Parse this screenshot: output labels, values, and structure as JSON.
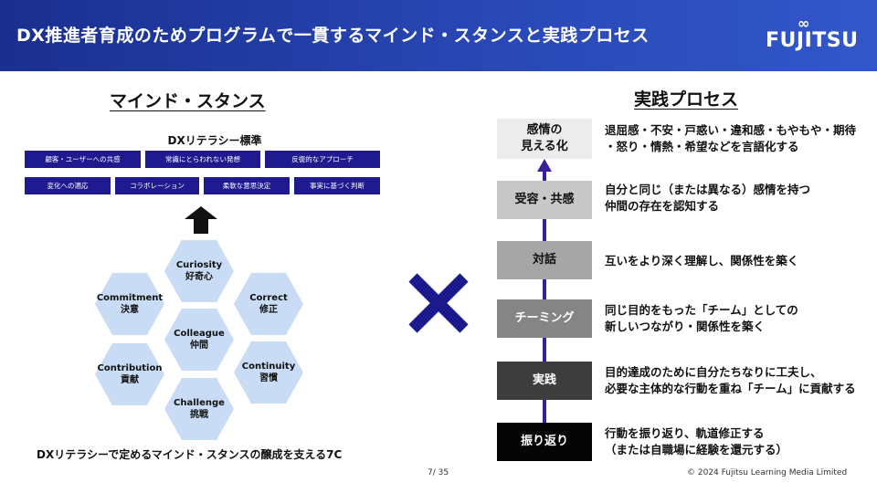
{
  "header": {
    "title": "DX推進者育成のためプログラムで一貫するマインド・スタンスと実践プロセス",
    "logo_text": "FUJITSU"
  },
  "left": {
    "section_title": "マインド・スタンス",
    "standard_title": "DXリテラシー標準",
    "chips_row1": [
      "顧客・ユーザーへの共感",
      "常識にとらわれない発想",
      "反復的なアプローチ"
    ],
    "chips_row2": [
      "変化への適応",
      "コラボレーション",
      "柔軟な意思決定",
      "事実に基づく判断"
    ],
    "hexes": {
      "curiosity": {
        "en": "Curiosity",
        "ja": "好奇心"
      },
      "commitment": {
        "en": "Commitment",
        "ja": "決意"
      },
      "correct": {
        "en": "Correct",
        "ja": "修正"
      },
      "colleague": {
        "en": "Colleague",
        "ja": "仲間"
      },
      "contribution": {
        "en": "Contribution",
        "ja": "貢献"
      },
      "continuity": {
        "en": "Continuity",
        "ja": "習慣"
      },
      "challenge": {
        "en": "Challenge",
        "ja": "挑戦"
      }
    },
    "caption": "DXリテラシーで定めるマインド・スタンスの醸成を支える7C"
  },
  "right": {
    "section_title": "実践プロセス",
    "steps": [
      {
        "label_line1": "感情の",
        "label_line2": "見える化",
        "desc_line1": "退屈感・不安・戸惑い・違和感・もやもや・期待",
        "desc_line2": "・怒り・情熱・希望などを言語化する"
      },
      {
        "label_line1": "受容・共感",
        "label_line2": "",
        "desc_line1": "自分と同じ（または異なる）感情を持つ",
        "desc_line2": "仲間の存在を認知する"
      },
      {
        "label_line1": "対話",
        "label_line2": "",
        "desc_line1": "互いをより深く理解し、関係性を築く",
        "desc_line2": ""
      },
      {
        "label_line1": "チーミング",
        "label_line2": "",
        "desc_line1": "同じ目的をもった「チーム」としての",
        "desc_line2": "新しいつながり・関係性を築く"
      },
      {
        "label_line1": "実践",
        "label_line2": "",
        "desc_line1": "目的達成のために自分たちなりに工夫し、",
        "desc_line2": "必要な主体的な行動を重ね「チーム」に貢献する"
      },
      {
        "label_line1": "振り返り",
        "label_line2": "",
        "desc_line1": "行動を振り返り、軌道修正する",
        "desc_line2": "（または自職場に経験を還元する）"
      }
    ]
  },
  "footer": {
    "page": "7/ 35",
    "copyright": "© 2024 Fujitsu Learning Media Limited"
  },
  "colors": {
    "header_blue": "#1a2f8f",
    "chip_navy": "#1f1a8f",
    "hex_fill": "#c9dcf5",
    "cross_navy": "#1a1a8c",
    "arrow_purple": "#3a1f9c"
  }
}
